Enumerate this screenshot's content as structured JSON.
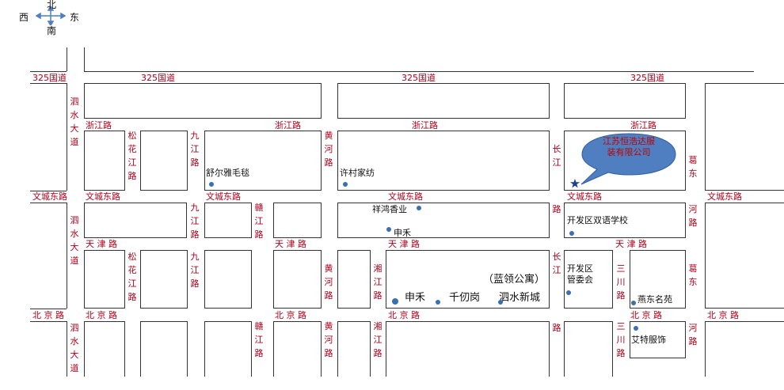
{
  "compass": {
    "north": "北",
    "south": "南",
    "west": "西",
    "east": "东"
  },
  "roads": {
    "g325": "325国道",
    "zhejiang": "浙江路",
    "wencheng_east": "文城东路",
    "tianjin": "天 津 路",
    "beijing": "北 京 路",
    "sishui_avenue": "泗水大道",
    "songhua": "松花江路",
    "jiujiang": "九江路",
    "huanghe": "黄河路",
    "ganjiang": "赣江路",
    "xiangjiang": "湘江路",
    "changjiang": "长江路",
    "changjiang_top": "长江",
    "changjiang_mid": "路",
    "changjiang_bottom": "长江",
    "changjiang_lower": "路",
    "sanchuan": "三川路",
    "gedong": "葛东河路",
    "gedong_top": "葛东",
    "gedong_mid": "河路",
    "gedong_low": "葛东",
    "gedong_bottom": "河路"
  },
  "pois": {
    "shuerya": "舒尔雅毛毯",
    "xucun": "许村家纺",
    "xianghong": "祥鸿香业",
    "shenhe1": "申禾",
    "shenhe2": "申禾",
    "qianrengang": "千仞岗",
    "lanling": "（蓝领公寓）",
    "sishuixincheng": "泗水新城",
    "bilingual_school": "开发区双语学校",
    "admin_committee": "开发区管委会",
    "yandong": "燕东名苑",
    "aite": "艾特服饰"
  },
  "callout": {
    "company": "江苏恒浩达服装有限公司"
  },
  "colors": {
    "road_label": "#b0001a",
    "marker": "#3a6fb3",
    "callout_fill": "#4f7fc0",
    "block_border": "#333333"
  },
  "icons": {
    "compass": "compass-icon",
    "location": "star-icon",
    "poi": "dot-icon"
  }
}
